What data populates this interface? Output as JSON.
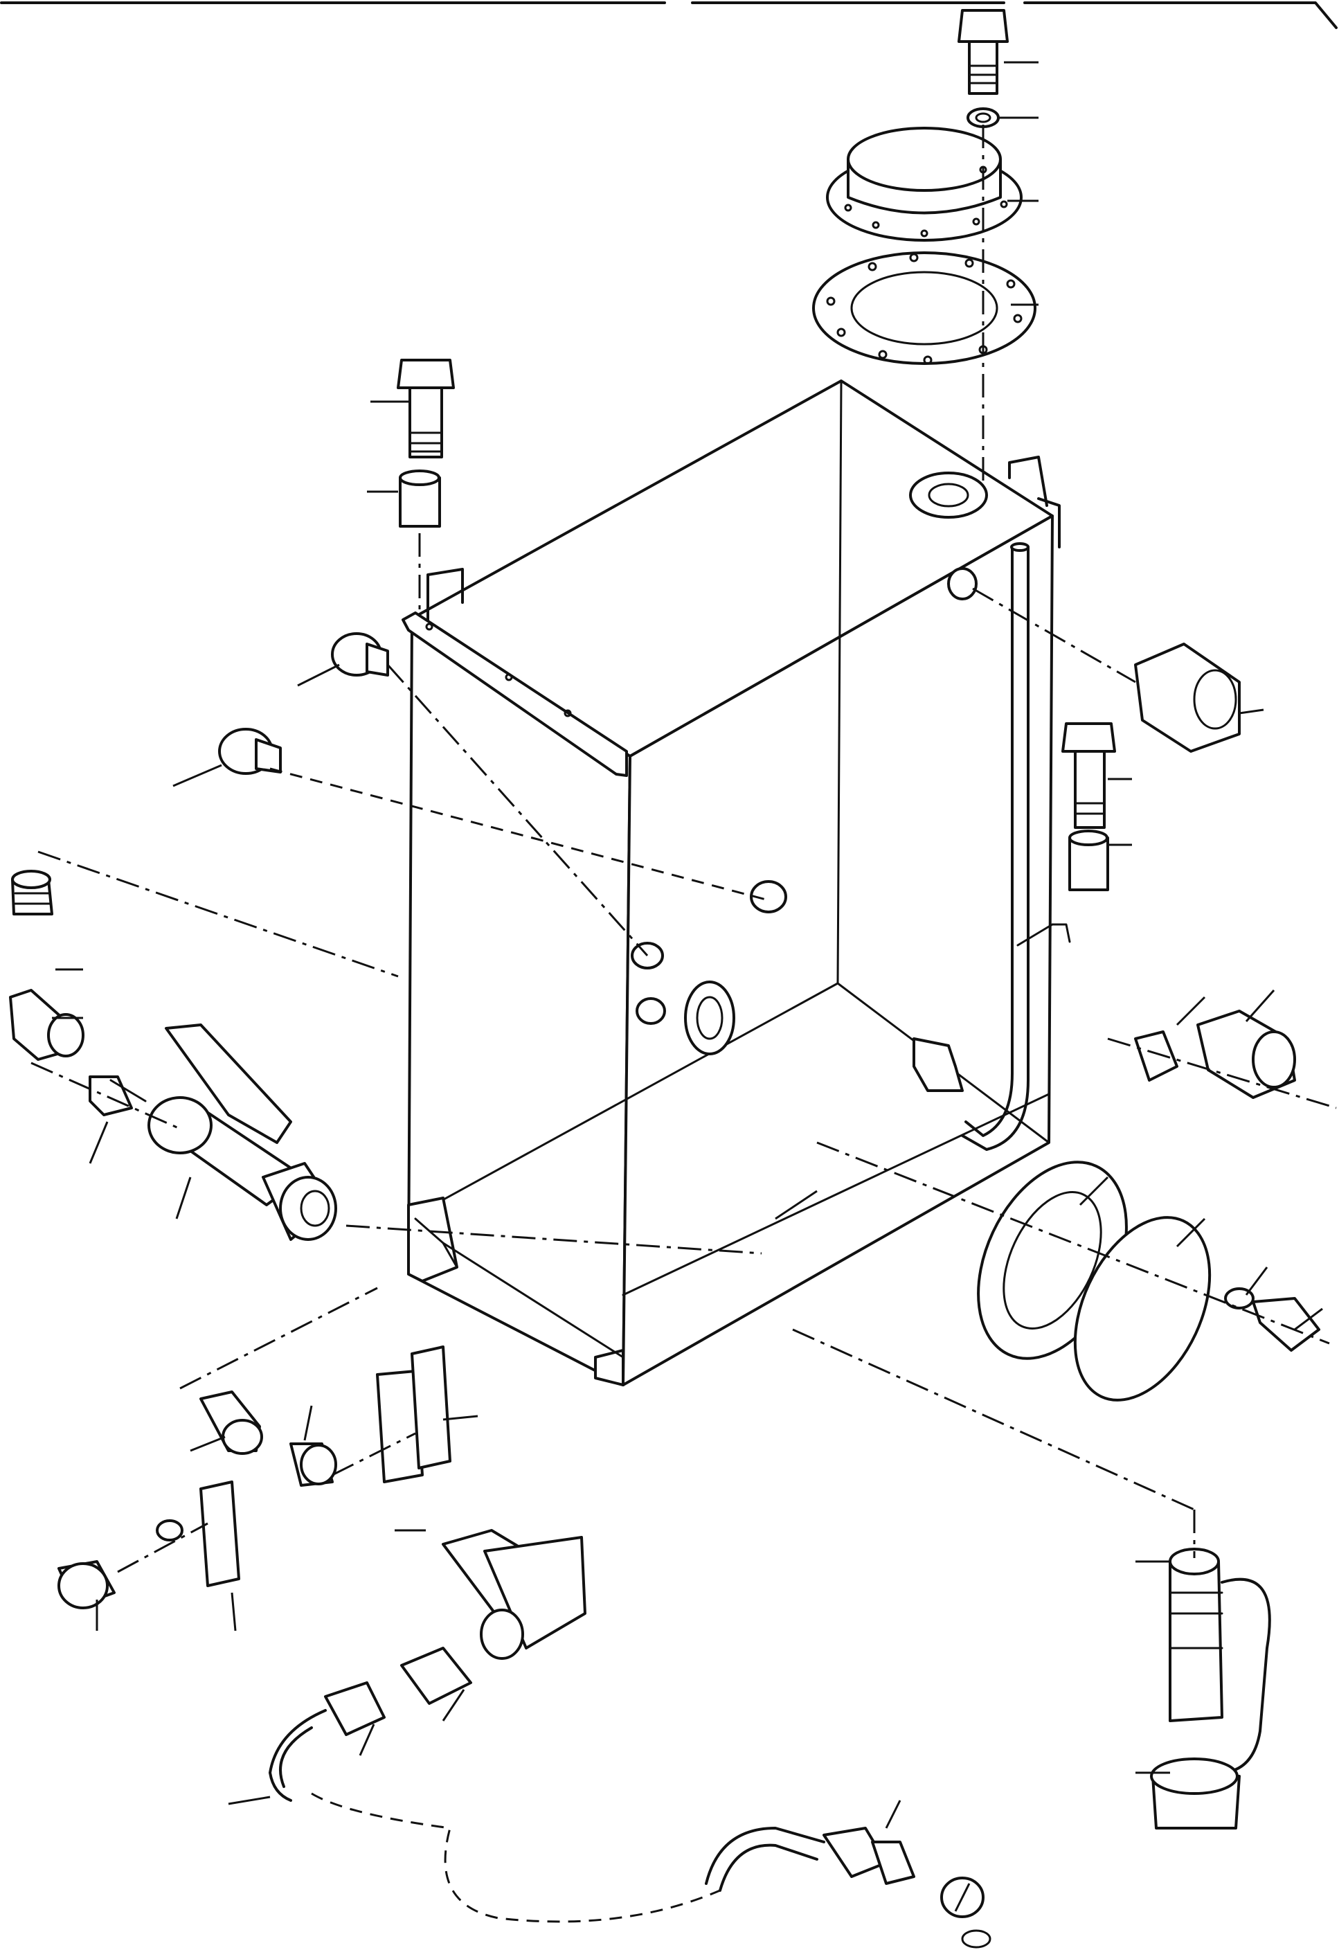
{
  "diagram": {
    "kind": "exploded-parts-view",
    "subject": "hydraulic-oil-tank",
    "colors": {
      "ink": "#111111",
      "paper": "#ffffff"
    },
    "callout_count": 41,
    "text_labels": []
  }
}
